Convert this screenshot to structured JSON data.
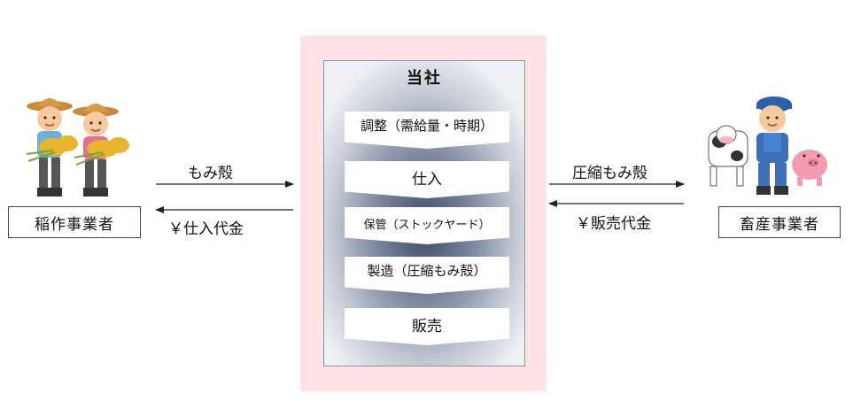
{
  "company": {
    "title": "当社",
    "steps": [
      "調整（需給量・時期）",
      "仕入",
      "保管（ストックヤード）",
      "製造（圧縮もみ殻）",
      "販売"
    ]
  },
  "left_actor": {
    "label": "稲作事業者",
    "to_company": "もみ殻",
    "from_company": "￥仕入代金"
  },
  "right_actor": {
    "label": "畜産事業者",
    "from_company": "圧縮もみ殻",
    "to_company": "￥販売代金"
  },
  "icons": [
    "rice-farmers-illustration",
    "livestock-farmer-illustration"
  ],
  "colors": {
    "panel": "#fde2e6",
    "box_dark": "#3d4a66"
  }
}
